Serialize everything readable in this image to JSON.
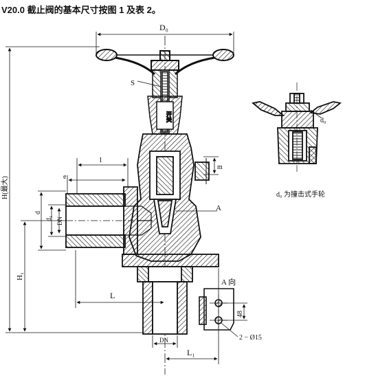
{
  "caption": "V20.0 截止阀的基本尺寸按图 1 及表 2。",
  "labels": {
    "D0": "D₀",
    "S": "S",
    "open_close_mark": "开关",
    "m": "m",
    "l": "l",
    "e": "e",
    "d": "d",
    "d1": "d₁",
    "DN_left": "DN",
    "A": "A",
    "L": "L",
    "H_max": "H(最大)",
    "H1": "H₁",
    "DN_bottom": "DN",
    "L1": "L₁",
    "d0": "d₀",
    "d0_note": "d₀ 为撞击式手轮",
    "A_view": "A 向",
    "dim_48": "48",
    "bolt_holes": "2 − Ø15"
  },
  "colors": {
    "ink": "#111111",
    "hatch": "#222222",
    "paper": "#ffffff"
  }
}
